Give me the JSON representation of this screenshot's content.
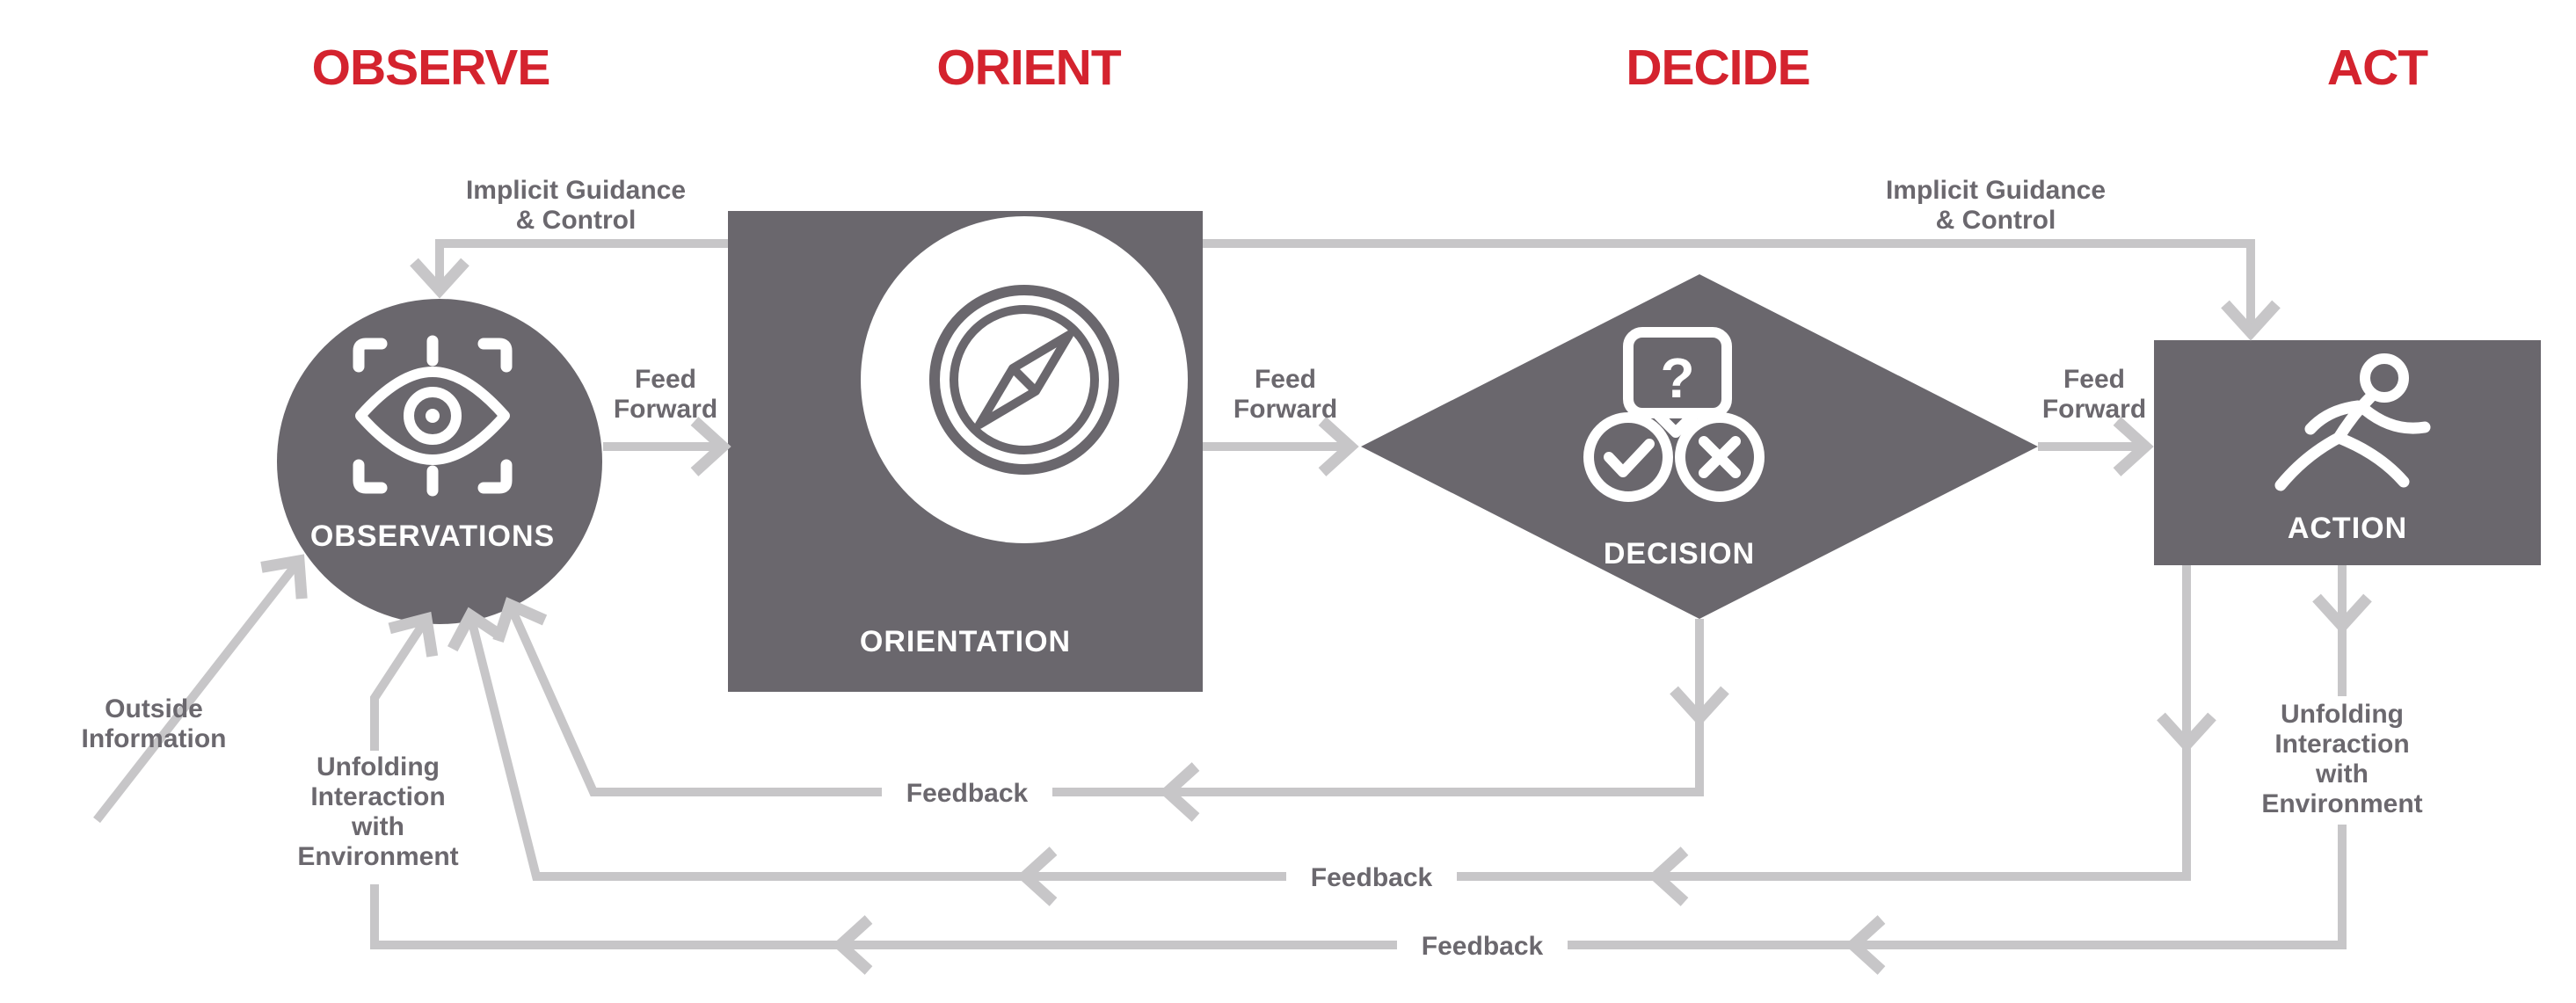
{
  "colors": {
    "accent_red": "#d4232e",
    "shape_gray": "#6a676d",
    "line_gray": "#c7c6c8",
    "text_gray": "#6b686e",
    "white": "#ffffff"
  },
  "headers": {
    "observe": "OBSERVE",
    "orient": "ORIENT",
    "decide": "DECIDE",
    "act": "ACT"
  },
  "nodes": {
    "observations": {
      "label": "OBSERVATIONS"
    },
    "orientation": {
      "label": "ORIENTATION"
    },
    "decision": {
      "label": "DECISION",
      "qmark": "?"
    },
    "action": {
      "label": "ACTION"
    }
  },
  "edges": {
    "implicit_guidance_left": {
      "line1": "Implicit Guidance",
      "line2": "& Control"
    },
    "implicit_guidance_right": {
      "line1": "Implicit Guidance",
      "line2": "& Control"
    },
    "feed_forward_1": {
      "line1": "Feed",
      "line2": "Forward"
    },
    "feed_forward_2": {
      "line1": "Feed",
      "line2": "Forward"
    },
    "feed_forward_3": {
      "line1": "Feed",
      "line2": "Forward"
    },
    "feedback_decision": {
      "label": "Feedback"
    },
    "feedback_action": {
      "label": "Feedback"
    },
    "feedback_environment": {
      "label": "Feedback"
    },
    "outside_information": {
      "line1": "Outside",
      "line2": "Information"
    },
    "unfolding_left": {
      "line1": "Unfolding",
      "line2": "Interaction",
      "line3": "with",
      "line4": "Environment"
    },
    "unfolding_right": {
      "line1": "Unfolding",
      "line2": "Interaction",
      "line3": "with",
      "line4": "Environment"
    }
  }
}
